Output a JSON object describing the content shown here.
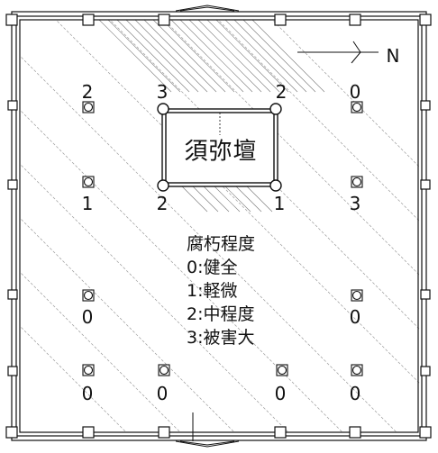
{
  "altar": {
    "label": "須弥壇"
  },
  "north": {
    "label": "N"
  },
  "legend": {
    "title": "腐朽程度",
    "items": [
      "0:健全",
      "1:軽微",
      "2:中程度",
      "3:被害大"
    ]
  },
  "columns": [
    {
      "id": "c1",
      "grade": "2"
    },
    {
      "id": "c2",
      "grade": "3"
    },
    {
      "id": "c3",
      "grade": "2"
    },
    {
      "id": "c4",
      "grade": "0"
    },
    {
      "id": "c5",
      "grade": "1"
    },
    {
      "id": "c6",
      "grade": "2"
    },
    {
      "id": "c7",
      "grade": "1"
    },
    {
      "id": "c8",
      "grade": "3"
    },
    {
      "id": "c9",
      "grade": "0"
    },
    {
      "id": "c10",
      "grade": "0"
    },
    {
      "id": "c11",
      "grade": "0"
    },
    {
      "id": "c12",
      "grade": "0"
    },
    {
      "id": "c13",
      "grade": "0"
    },
    {
      "id": "c14",
      "grade": "0"
    }
  ],
  "colors": {
    "line": "#111111",
    "hatch": "#8a8a8a",
    "background": "#ffffff"
  }
}
